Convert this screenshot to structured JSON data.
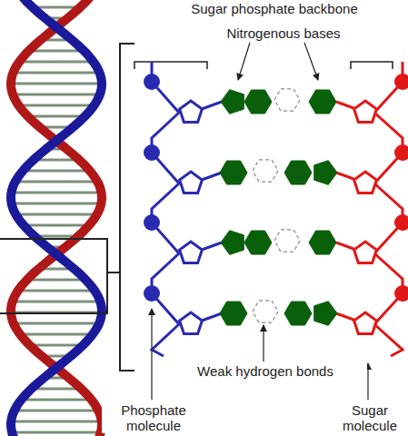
{
  "diagram": {
    "labels": [
      "Sugar phosphate backbone",
      "Nitrogenous bases",
      "Weak hydrogen bonds",
      "Phosphate molecule",
      "Sugar molecule"
    ]
  }
}
